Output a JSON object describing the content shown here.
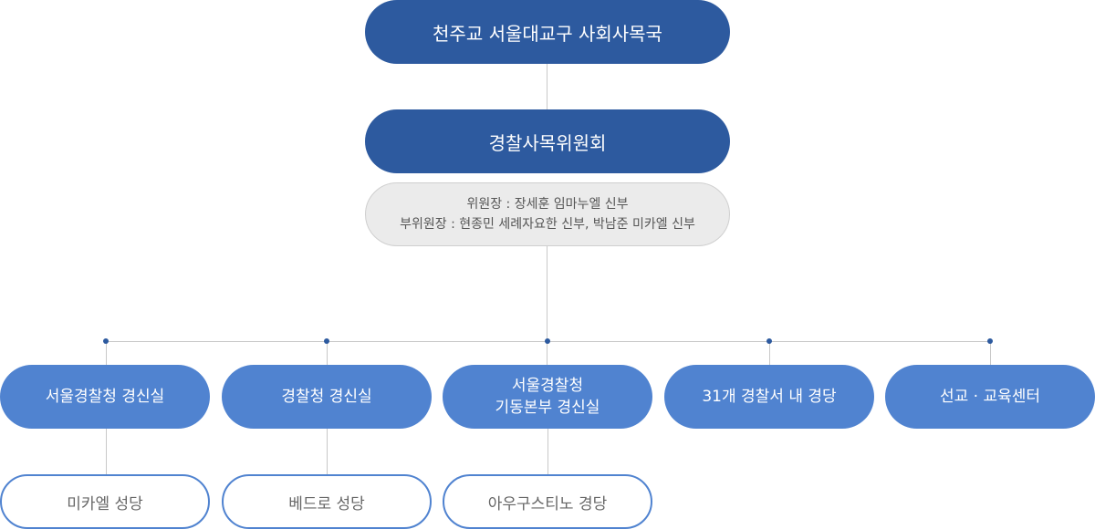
{
  "root": "천주교 서울대교구 사회사목국",
  "committee": "경찰사목위원회",
  "officers": {
    "chair": "위원장 : 장세훈 임마누엘 신부",
    "vice_chairs": "부위원장 : 현종민 세례자요한 신부, 박남준 미카엘 신부"
  },
  "branches": [
    {
      "line1": "서울경찰청 경신실",
      "line2": "",
      "child": "미카엘 성당"
    },
    {
      "line1": "경찰청 경신실",
      "line2": "",
      "child": "베드로 성당"
    },
    {
      "line1": "서울경찰청",
      "line2": "기동본부 경신실",
      "child": "아우구스티노 경당"
    },
    {
      "line1": "31개 경찰서 내 경당",
      "line2": ""
    },
    {
      "line1": "선교 · 교육센터",
      "line2": ""
    }
  ],
  "colors": {
    "dark": "#2d5a9f",
    "mid": "#5083d0",
    "grey": "#ebebeb"
  }
}
